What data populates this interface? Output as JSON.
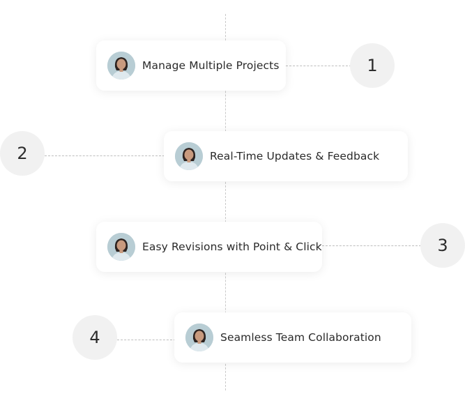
{
  "steps": [
    {
      "number": "1",
      "label": "Manage Multiple Projects"
    },
    {
      "number": "2",
      "label": "Real-Time Updates & Feedback"
    },
    {
      "number": "3",
      "label": "Easy Revisions with Point & Click"
    },
    {
      "number": "4",
      "label": "Seamless Team Collaboration"
    }
  ],
  "icons": {
    "avatar": "person-avatar"
  },
  "colors": {
    "badge_bg": "#f1f1f1",
    "card_bg": "#ffffff",
    "text": "#2a2a2a",
    "dashed_line": "#c9c9c9"
  }
}
